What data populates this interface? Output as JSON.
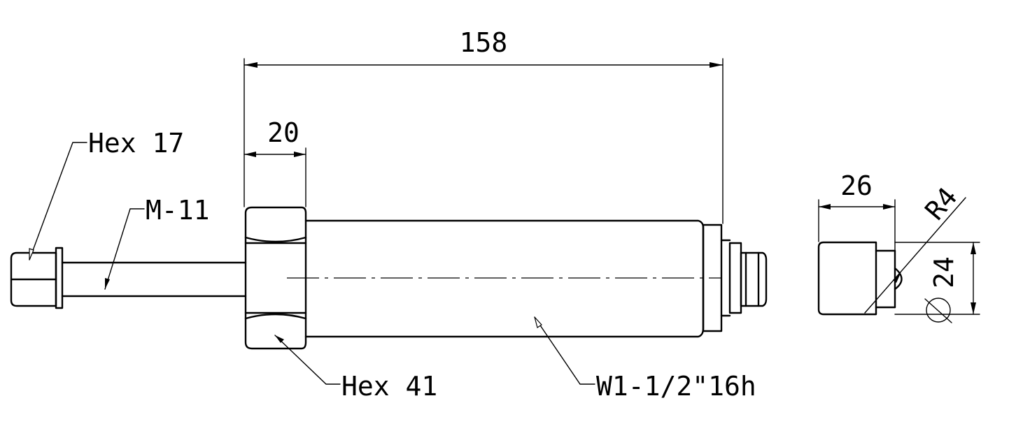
{
  "dimensions": {
    "overall_length": "158",
    "hex_nut_width": "20",
    "tip_length": "26",
    "tip_radius": "R4",
    "tip_diameter": "24"
  },
  "callouts": {
    "hex_small": "Hex 17",
    "thread_small": "M-11",
    "hex_large": "Hex 41",
    "body_thread": "W1-1/2\"16h"
  }
}
